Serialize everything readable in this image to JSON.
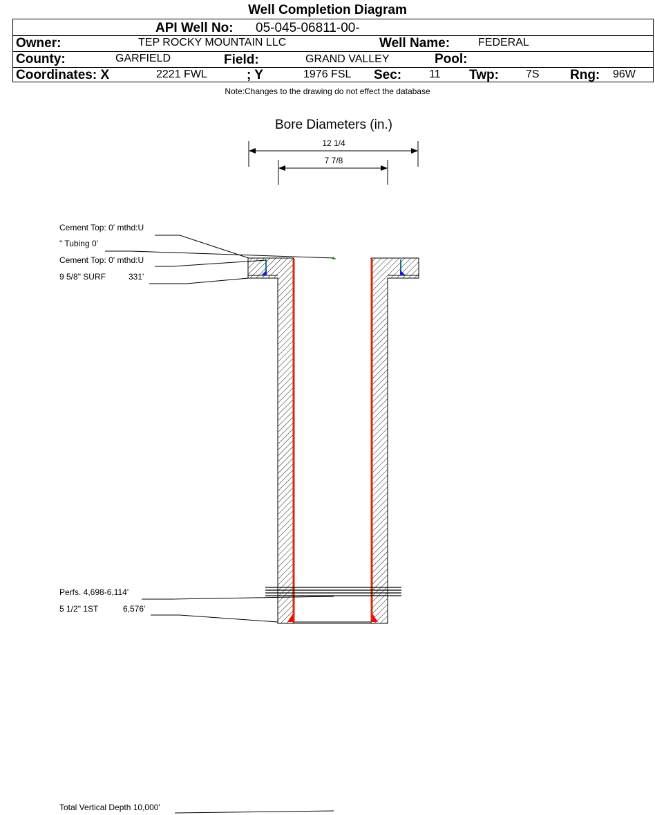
{
  "title": "Well Completion Diagram",
  "header": {
    "api_label": "API Well No:",
    "api_value": "05-045-06811-00-",
    "owner_label": "Owner:",
    "owner_value": "TEP ROCKY MOUNTAIN LLC",
    "well_name_label": "Well Name:",
    "well_name_value": "FEDERAL",
    "county_label": "County:",
    "county_value": "GARFIELD",
    "field_label": "Field:",
    "field_value": "GRAND VALLEY",
    "pool_label": "Pool:",
    "pool_value": "",
    "coord_x_label": "Coordinates: X",
    "coord_x_value": "2221 FWL",
    "coord_y_label": "; Y",
    "coord_y_value": "1976 FSL",
    "sec_label": "Sec:",
    "sec_value": "11",
    "twp_label": "Twp:",
    "twp_value": "7S",
    "rng_label": "Rng:",
    "rng_value": "96W"
  },
  "note": "Note:Changes to the drawing do not effect the database",
  "bore": {
    "title": "Bore Diameters (in.)",
    "outer": "12 1/4",
    "inner": "7 7/8"
  },
  "callouts": {
    "cement_top_1": "Cement Top: 0' mthd:U",
    "tubing": "\" Tubing 0'",
    "cement_top_2": "Cement Top: 0' mthd:U",
    "surf_casing": "9 5/8\" SURF",
    "surf_depth": "331'",
    "perfs": "Perfs. 4,698-6,114'",
    "prod_casing": "5 1/2\" 1ST",
    "prod_depth": "6,576'",
    "tvd": "Total Vertical Depth 10,000'"
  },
  "colors": {
    "casing_red": "#d62a0a",
    "cement_blue": "#1a1ae6",
    "cement_teal": "#0e7a6e",
    "shoe_red": "#ff0000",
    "tubing_green": "#2a9a2a"
  }
}
